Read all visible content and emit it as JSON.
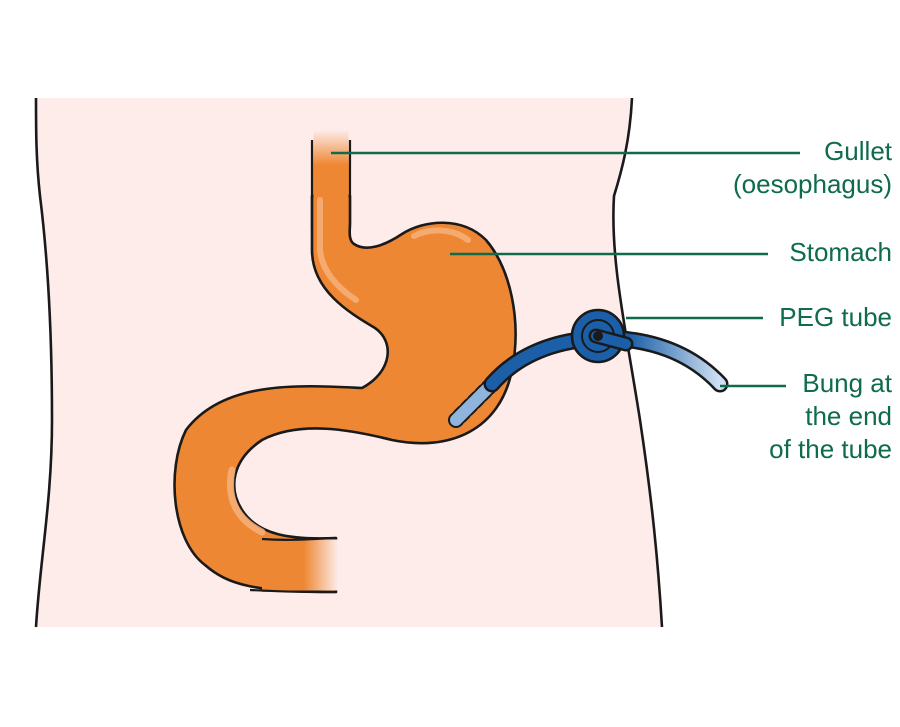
{
  "labels": {
    "gullet": [
      "Gullet",
      "(oesophagus)"
    ],
    "stomach": [
      "Stomach"
    ],
    "peg_tube": [
      "PEG tube"
    ],
    "bung": [
      "Bung at",
      "the end",
      "of the tube"
    ]
  },
  "colors": {
    "skin": "#fdecea",
    "stomach": "#ee8733",
    "stomach_highlight": "#f6b27a",
    "tube": "#1b5fa8",
    "tube_light": "#8fb4de",
    "outline": "#1a1a1a",
    "leader": "#0e6b4c",
    "label_text": "#0e6b4c"
  }
}
